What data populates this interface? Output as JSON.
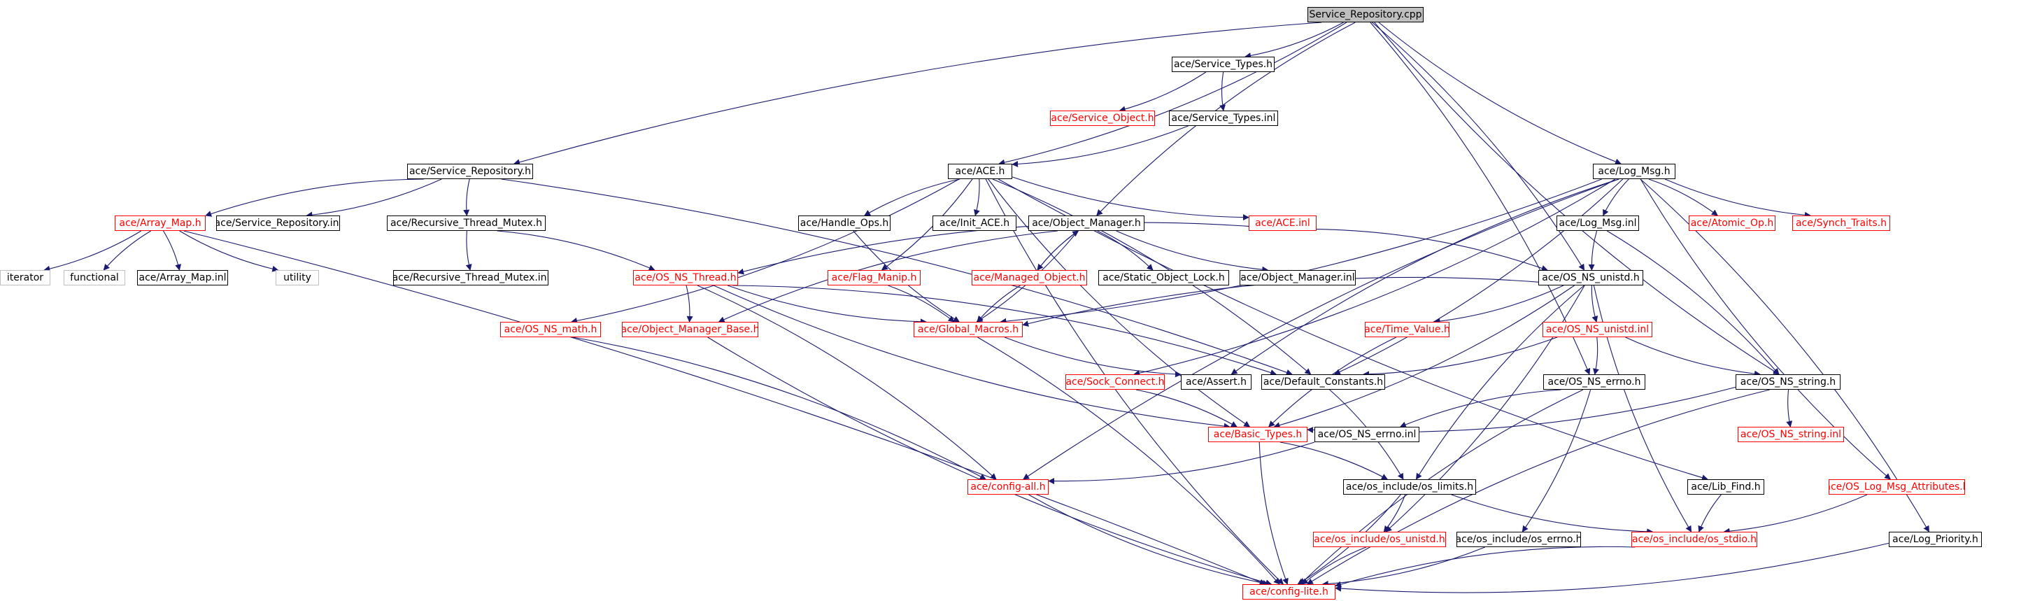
{
  "title": "Service_Repository.cpp",
  "colors": {
    "edge": "#191970",
    "node_border": "#000000",
    "missing_border": "#ff0000",
    "missing_text": "#ff0000",
    "external_border": "#bfbfbf",
    "root_fill": "#bfbfbf"
  },
  "nodes": [
    {
      "id": "service_repository_cpp",
      "label": "Service_Repository.cpp",
      "kind": "root"
    },
    {
      "id": "service_types_h",
      "label": "ace/Service_Types.h",
      "kind": "normal"
    },
    {
      "id": "service_object_h",
      "label": "ace/Service_Object.h",
      "kind": "missing"
    },
    {
      "id": "service_types_inl",
      "label": "ace/Service_Types.inl",
      "kind": "normal"
    },
    {
      "id": "service_repository_h",
      "label": "ace/Service_Repository.h",
      "kind": "normal"
    },
    {
      "id": "ace_h",
      "label": "ace/ACE.h",
      "kind": "normal"
    },
    {
      "id": "log_msg_h",
      "label": "ace/Log_Msg.h",
      "kind": "normal"
    },
    {
      "id": "array_map_h",
      "label": "ace/Array_Map.h",
      "kind": "missing"
    },
    {
      "id": "service_repository_inl",
      "label": "ace/Service_Repository.inl",
      "kind": "normal"
    },
    {
      "id": "recursive_thread_mutex_h",
      "label": "ace/Recursive_Thread_Mutex.h",
      "kind": "normal"
    },
    {
      "id": "handle_ops_h",
      "label": "ace/Handle_Ops.h",
      "kind": "normal"
    },
    {
      "id": "init_ace_h",
      "label": "ace/Init_ACE.h",
      "kind": "normal"
    },
    {
      "id": "object_manager_h",
      "label": "ace/Object_Manager.h",
      "kind": "normal"
    },
    {
      "id": "ace_inl",
      "label": "ace/ACE.inl",
      "kind": "missing"
    },
    {
      "id": "log_msg_inl",
      "label": "ace/Log_Msg.inl",
      "kind": "normal"
    },
    {
      "id": "atomic_op_h",
      "label": "ace/Atomic_Op.h",
      "kind": "missing"
    },
    {
      "id": "synch_traits_h",
      "label": "ace/Synch_Traits.h",
      "kind": "missing"
    },
    {
      "id": "iterator",
      "label": "iterator",
      "kind": "external"
    },
    {
      "id": "functional",
      "label": "functional",
      "kind": "external"
    },
    {
      "id": "array_map_inl",
      "label": "ace/Array_Map.inl",
      "kind": "normal"
    },
    {
      "id": "utility",
      "label": "utility",
      "kind": "external"
    },
    {
      "id": "recursive_thread_mutex_inl",
      "label": "ace/Recursive_Thread_Mutex.inl",
      "kind": "normal"
    },
    {
      "id": "os_ns_thread_h",
      "label": "ace/OS_NS_Thread.h",
      "kind": "missing"
    },
    {
      "id": "flag_manip_h",
      "label": "ace/Flag_Manip.h",
      "kind": "missing"
    },
    {
      "id": "managed_object_h",
      "label": "ace/Managed_Object.h",
      "kind": "missing"
    },
    {
      "id": "static_object_lock_h",
      "label": "ace/Static_Object_Lock.h",
      "kind": "normal"
    },
    {
      "id": "object_manager_inl",
      "label": "ace/Object_Manager.inl",
      "kind": "normal"
    },
    {
      "id": "os_ns_unistd_h",
      "label": "ace/OS_NS_unistd.h",
      "kind": "normal"
    },
    {
      "id": "os_ns_math_h",
      "label": "ace/OS_NS_math.h",
      "kind": "missing"
    },
    {
      "id": "object_manager_base_h",
      "label": "ace/Object_Manager_Base.h",
      "kind": "missing"
    },
    {
      "id": "global_macros_h",
      "label": "ace/Global_Macros.h",
      "kind": "missing"
    },
    {
      "id": "time_value_h",
      "label": "ace/Time_Value.h",
      "kind": "missing"
    },
    {
      "id": "os_ns_unistd_inl",
      "label": "ace/OS_NS_unistd.inl",
      "kind": "missing"
    },
    {
      "id": "sock_connect_h",
      "label": "ace/Sock_Connect.h",
      "kind": "missing"
    },
    {
      "id": "assert_h",
      "label": "ace/Assert.h",
      "kind": "normal"
    },
    {
      "id": "default_constants_h",
      "label": "ace/Default_Constants.h",
      "kind": "normal"
    },
    {
      "id": "os_ns_errno_h",
      "label": "ace/OS_NS_errno.h",
      "kind": "normal"
    },
    {
      "id": "os_ns_string_h",
      "label": "ace/OS_NS_string.h",
      "kind": "normal"
    },
    {
      "id": "basic_types_h",
      "label": "ace/Basic_Types.h",
      "kind": "missing"
    },
    {
      "id": "os_ns_errno_inl",
      "label": "ace/OS_NS_errno.inl",
      "kind": "normal"
    },
    {
      "id": "os_ns_string_inl",
      "label": "ace/OS_NS_string.inl",
      "kind": "missing"
    },
    {
      "id": "config_all_h",
      "label": "ace/config-all.h",
      "kind": "missing"
    },
    {
      "id": "os_limits_h",
      "label": "ace/os_include/os_limits.h",
      "kind": "normal"
    },
    {
      "id": "lib_find_h",
      "label": "ace/Lib_Find.h",
      "kind": "normal"
    },
    {
      "id": "os_log_msg_attributes_h",
      "label": "ace/OS_Log_Msg_Attributes.h",
      "kind": "missing"
    },
    {
      "id": "os_unistd_h",
      "label": "ace/os_include/os_unistd.h",
      "kind": "missing"
    },
    {
      "id": "os_errno_h",
      "label": "ace/os_include/os_errno.h",
      "kind": "normal"
    },
    {
      "id": "os_stdio_h",
      "label": "ace/os_include/os_stdio.h",
      "kind": "missing"
    },
    {
      "id": "log_priority_h",
      "label": "ace/Log_Priority.h",
      "kind": "normal"
    },
    {
      "id": "config_lite_h",
      "label": "ace/config-lite.h",
      "kind": "missing"
    }
  ],
  "edges": [
    [
      "service_repository_cpp",
      "service_types_h"
    ],
    [
      "service_repository_cpp",
      "service_repository_h"
    ],
    [
      "service_repository_cpp",
      "ace_h"
    ],
    [
      "service_repository_cpp",
      "object_manager_h"
    ],
    [
      "service_repository_cpp",
      "os_ns_unistd_h"
    ],
    [
      "service_repository_cpp",
      "log_msg_h"
    ],
    [
      "service_repository_cpp",
      "os_ns_errno_h"
    ],
    [
      "service_repository_cpp",
      "os_ns_string_h"
    ],
    [
      "service_types_h",
      "service_object_h"
    ],
    [
      "service_types_h",
      "service_types_inl"
    ],
    [
      "service_types_inl",
      "ace_h"
    ],
    [
      "service_repository_h",
      "array_map_h"
    ],
    [
      "service_repository_h",
      "service_repository_inl"
    ],
    [
      "service_repository_h",
      "recursive_thread_mutex_h"
    ],
    [
      "service_repository_h",
      "default_constants_h"
    ],
    [
      "ace_h",
      "config_lite_h"
    ],
    [
      "ace_h",
      "flag_manip_h"
    ],
    [
      "ace_h",
      "handle_ops_h"
    ],
    [
      "ace_h",
      "init_ace_h"
    ],
    [
      "ace_h",
      "ace_inl"
    ],
    [
      "ace_h",
      "os_ns_math_h"
    ],
    [
      "ace_h",
      "lib_find_h"
    ],
    [
      "ace_h",
      "default_constants_h"
    ],
    [
      "ace_h",
      "basic_types_h"
    ],
    [
      "ace_inl",
      "os_ns_unistd_h"
    ],
    [
      "ace_inl",
      "os_ns_thread_h"
    ],
    [
      "array_map_h",
      "iterator"
    ],
    [
      "array_map_h",
      "functional"
    ],
    [
      "array_map_h",
      "array_map_inl"
    ],
    [
      "array_map_h",
      "utility"
    ],
    [
      "array_map_h",
      "config_lite_h"
    ],
    [
      "recursive_thread_mutex_h",
      "recursive_thread_mutex_inl"
    ],
    [
      "recursive_thread_mutex_h",
      "os_ns_thread_h"
    ],
    [
      "handle_ops_h",
      "global_macros_h"
    ],
    [
      "flag_manip_h",
      "global_macros_h"
    ],
    [
      "object_manager_h",
      "object_manager_base_h"
    ],
    [
      "object_manager_h",
      "global_macros_h"
    ],
    [
      "object_manager_h",
      "managed_object_h"
    ],
    [
      "object_manager_h",
      "static_object_lock_h"
    ],
    [
      "object_manager_h",
      "object_manager_inl"
    ],
    [
      "managed_object_h",
      "object_manager_h"
    ],
    [
      "managed_object_h",
      "global_macros_h"
    ],
    [
      "os_ns_thread_h",
      "object_manager_base_h"
    ],
    [
      "os_ns_thread_h",
      "global_macros_h"
    ],
    [
      "os_ns_thread_h",
      "default_constants_h"
    ],
    [
      "os_ns_thread_h",
      "basic_types_h"
    ],
    [
      "os_ns_thread_h",
      "config_all_h"
    ],
    [
      "object_manager_base_h",
      "config_lite_h"
    ],
    [
      "os_ns_math_h",
      "config_all_h"
    ],
    [
      "global_macros_h",
      "assert_h"
    ],
    [
      "global_macros_h",
      "config_lite_h"
    ],
    [
      "log_msg_h",
      "log_msg_inl"
    ],
    [
      "log_msg_h",
      "atomic_op_h"
    ],
    [
      "log_msg_h",
      "synch_traits_h"
    ],
    [
      "log_msg_h",
      "global_macros_h"
    ],
    [
      "log_msg_h",
      "assert_h"
    ],
    [
      "log_msg_h",
      "default_constants_h"
    ],
    [
      "log_msg_h",
      "os_log_msg_attributes_h"
    ],
    [
      "log_msg_h",
      "log_priority_h"
    ],
    [
      "log_msg_h",
      "config_all_h"
    ],
    [
      "log_msg_h",
      "sock_connect_h"
    ],
    [
      "log_msg_inl",
      "os_ns_unistd_h"
    ],
    [
      "log_msg_inl",
      "os_ns_string_h"
    ],
    [
      "os_ns_unistd_h",
      "global_macros_h"
    ],
    [
      "os_ns_unistd_h",
      "time_value_h"
    ],
    [
      "os_ns_unistd_h",
      "os_ns_unistd_inl"
    ],
    [
      "os_ns_unistd_h",
      "basic_types_h"
    ],
    [
      "os_ns_unistd_h",
      "os_limits_h"
    ],
    [
      "os_ns_unistd_h",
      "os_unistd_h"
    ],
    [
      "os_ns_unistd_h",
      "os_stdio_h"
    ],
    [
      "os_ns_unistd_inl",
      "os_ns_errno_h"
    ],
    [
      "os_ns_unistd_inl",
      "os_ns_string_h"
    ],
    [
      "os_ns_unistd_inl",
      "default_constants_h"
    ],
    [
      "time_value_h",
      "basic_types_h"
    ],
    [
      "sock_connect_h",
      "basic_types_h"
    ],
    [
      "os_ns_errno_h",
      "os_ns_errno_inl"
    ],
    [
      "os_ns_errno_h",
      "os_errno_h"
    ],
    [
      "os_ns_errno_h",
      "config_lite_h"
    ],
    [
      "os_ns_errno_inl",
      "config_all_h"
    ],
    [
      "os_ns_string_h",
      "os_ns_string_inl"
    ],
    [
      "os_ns_string_h",
      "basic_types_h"
    ],
    [
      "os_ns_string_h",
      "config_lite_h"
    ],
    [
      "basic_types_h",
      "os_limits_h"
    ],
    [
      "basic_types_h",
      "config_lite_h"
    ],
    [
      "default_constants_h",
      "os_limits_h"
    ],
    [
      "config_all_h",
      "config_lite_h"
    ],
    [
      "os_limits_h",
      "os_unistd_h"
    ],
    [
      "os_limits_h",
      "os_stdio_h"
    ],
    [
      "os_limits_h",
      "config_lite_h"
    ],
    [
      "lib_find_h",
      "os_stdio_h"
    ],
    [
      "os_log_msg_attributes_h",
      "os_stdio_h"
    ],
    [
      "os_unistd_h",
      "config_lite_h"
    ],
    [
      "os_errno_h",
      "config_lite_h"
    ],
    [
      "os_stdio_h",
      "config_lite_h"
    ],
    [
      "log_priority_h",
      "config_lite_h"
    ]
  ]
}
